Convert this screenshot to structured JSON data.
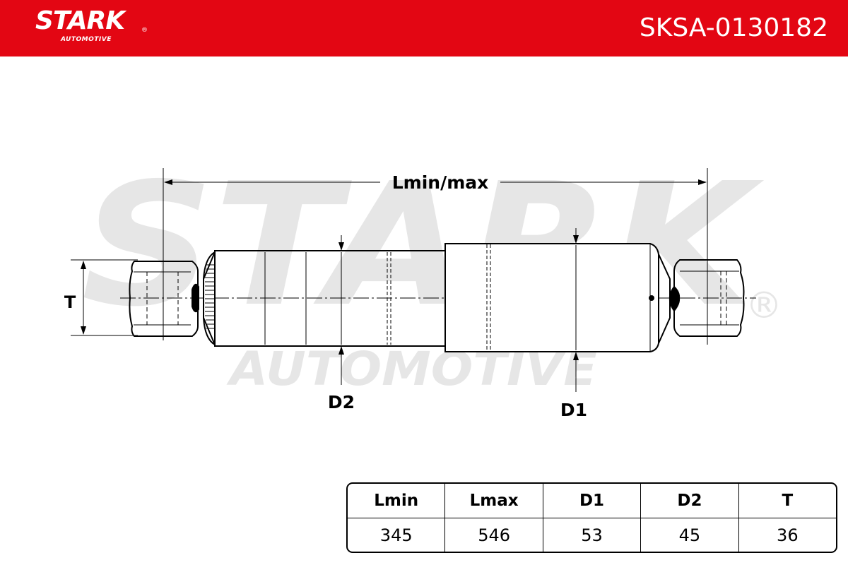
{
  "brand": {
    "name": "STARK",
    "sub": "AUTOMOTIVE",
    "reg": "®"
  },
  "part_number": "SKSA-0130182",
  "watermark": {
    "main": "STARK",
    "sub": "AUTOMOTIVE",
    "reg": "®"
  },
  "dimension_labels": {
    "length": "Lmin/max",
    "thickness": "T",
    "d1": "D1",
    "d2": "D2"
  },
  "table": {
    "headers": [
      "Lmin",
      "Lmax",
      "D1",
      "D2",
      "T"
    ],
    "values": [
      "345",
      "546",
      "53",
      "45",
      "36"
    ]
  },
  "colors": {
    "brand_red": "#e30613",
    "watermark_gray": "#e8e8e8",
    "line": "#000000"
  }
}
